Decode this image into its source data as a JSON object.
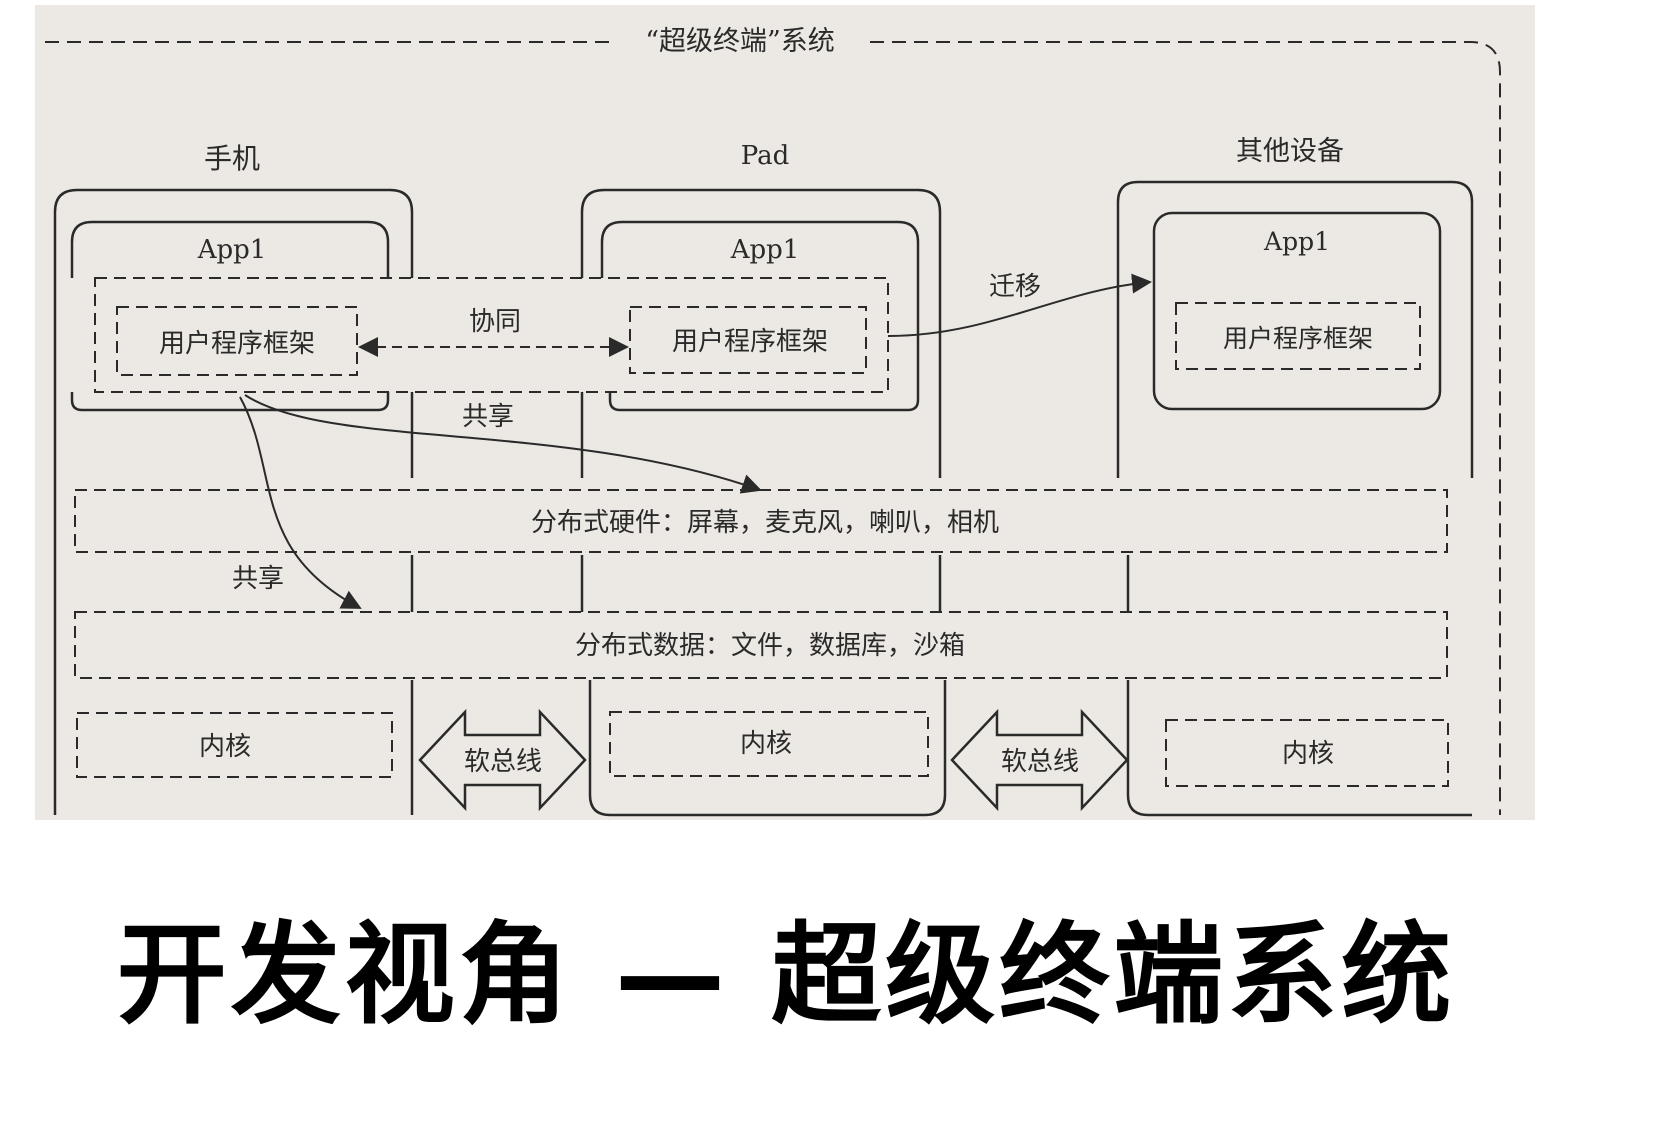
{
  "system_label": "“超级终端”系统",
  "devices": {
    "phone": {
      "label": "手机",
      "app": "App1",
      "framework": "用户程序框架",
      "kernel": "内核"
    },
    "pad": {
      "label": "Pad",
      "app": "App1",
      "framework": "用户程序框架",
      "kernel": "内核"
    },
    "other": {
      "label": "其他设备",
      "app": "App1",
      "framework": "用户程序框架",
      "kernel": "内核"
    }
  },
  "flows": {
    "collaborate": "协同",
    "migrate": "迁移",
    "share_hardware": "共享",
    "share_data": "共享"
  },
  "layers": {
    "hardware": "分布式硬件：屏幕，麦克风，喇叭，相机",
    "data": "分布式数据：文件，数据库，沙箱"
  },
  "bus": {
    "left": "软总线",
    "right": "软总线"
  },
  "caption": "开发视角 — 超级终端系统",
  "colors": {
    "ink": "#2a2a2a",
    "paper": "#ece9e4",
    "caption": "#000000"
  }
}
